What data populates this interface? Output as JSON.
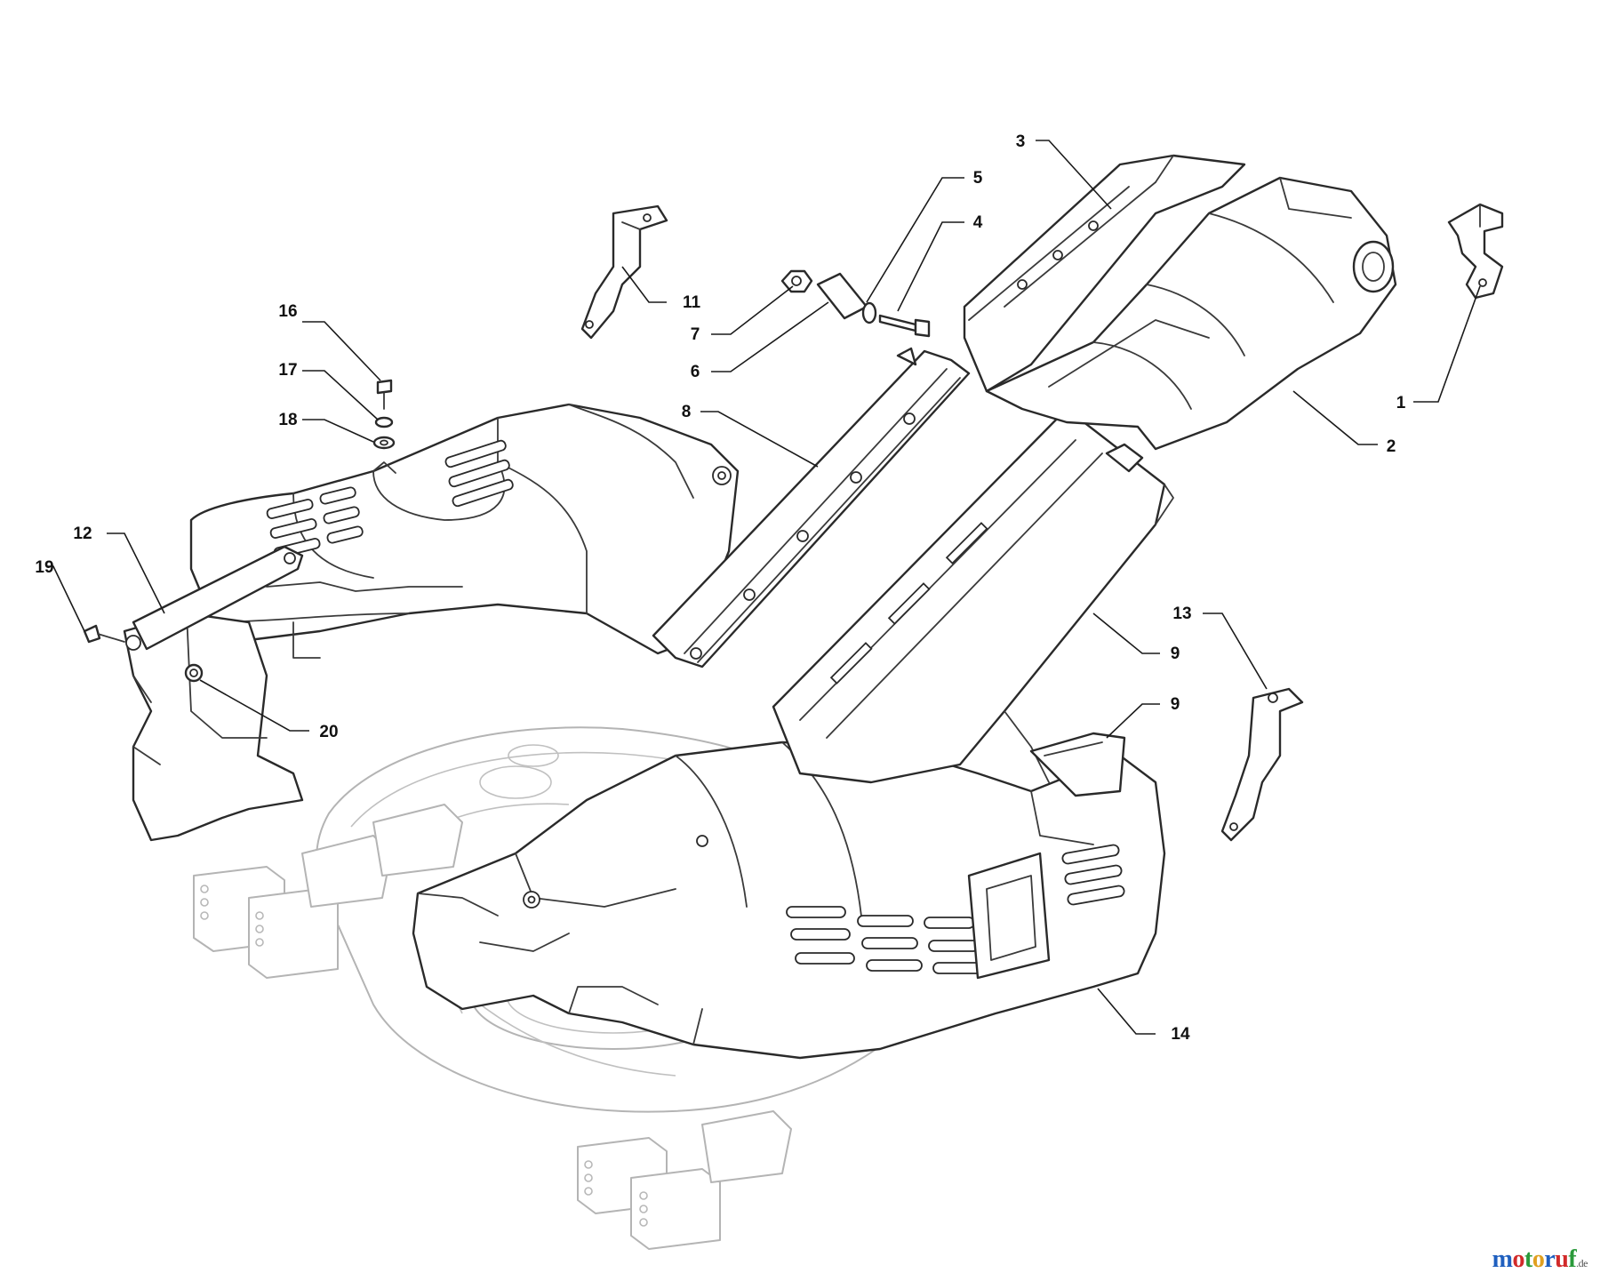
{
  "diagram": {
    "callouts": [
      {
        "id": "c1",
        "label": "1"
      },
      {
        "id": "c2",
        "label": "2"
      },
      {
        "id": "c3",
        "label": "3"
      },
      {
        "id": "c4",
        "label": "4"
      },
      {
        "id": "c5",
        "label": "5"
      },
      {
        "id": "c6",
        "label": "6"
      },
      {
        "id": "c7",
        "label": "7"
      },
      {
        "id": "c8",
        "label": "8"
      },
      {
        "id": "c9a",
        "label": "9"
      },
      {
        "id": "c9b",
        "label": "9"
      },
      {
        "id": "c11",
        "label": "11"
      },
      {
        "id": "c12",
        "label": "12"
      },
      {
        "id": "c13",
        "label": "13"
      },
      {
        "id": "c14",
        "label": "14"
      },
      {
        "id": "c16",
        "label": "16"
      },
      {
        "id": "c17",
        "label": "17"
      },
      {
        "id": "c18",
        "label": "18"
      },
      {
        "id": "c19",
        "label": "19"
      },
      {
        "id": "c20",
        "label": "20"
      }
    ]
  },
  "watermark": {
    "text": "motoruf",
    "suffix": ".de",
    "colors": [
      "#1f5fbf",
      "#d12a2a",
      "#2a9a3a",
      "#e0a020",
      "#1f5fbf",
      "#d12a2a",
      "#2a9a3a"
    ]
  }
}
